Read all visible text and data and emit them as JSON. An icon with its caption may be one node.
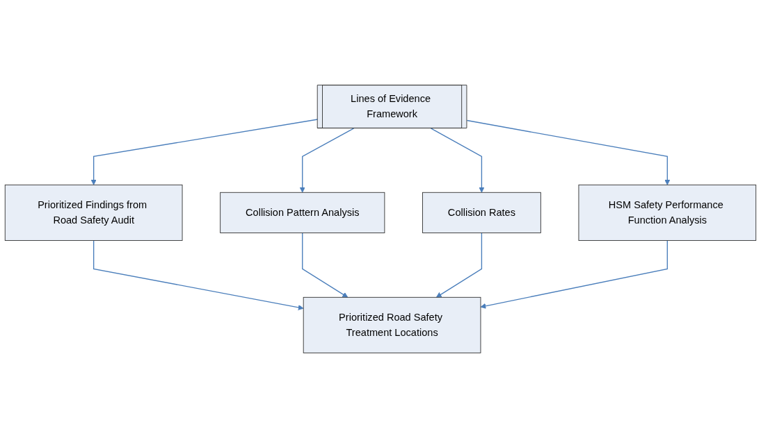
{
  "diagram": {
    "nodes": [
      {
        "text": [
          "Lines of Evidence Framework"
        ]
      },
      {
        "text": [
          "Prioritized Findings from Road Safety Audit"
        ]
      },
      {
        "text": [
          "Collision Pattern Analysis"
        ]
      },
      {
        "text": [
          "Collision Rates"
        ]
      },
      {
        "text": [
          "HSM Safety Performance Function Analysis"
        ]
      },
      {
        "text": [
          "Prioritized Road Safety Treatment Locations"
        ]
      }
    ],
    "edges": [
      {
        "from": 0,
        "to": 1,
        "arrow": "to"
      },
      {
        "from": 0,
        "to": 2,
        "arrow": "to"
      },
      {
        "from": 0,
        "to": 3,
        "arrow": "to"
      },
      {
        "from": 0,
        "to": 4,
        "arrow": "to"
      },
      {
        "from": 1,
        "to": 5,
        "arrow": "to"
      },
      {
        "from": 2,
        "to": 5,
        "arrow": "to"
      },
      {
        "from": 3,
        "to": 5,
        "arrow": "to"
      },
      {
        "from": 4,
        "to": 5,
        "arrow": "to"
      }
    ]
  }
}
